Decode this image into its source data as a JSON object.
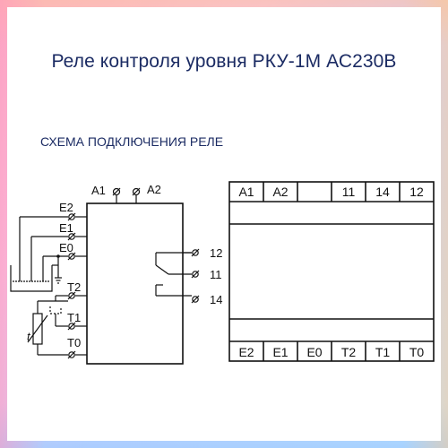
{
  "header": {
    "title": "Реле контроля уровня РКУ-1М АС230В",
    "subtitle": "СХЕМА ПОДКЛЮЧЕНИЯ РЕЛЕ"
  },
  "schematic": {
    "supply_labels": [
      "A1",
      "A2"
    ],
    "input_labels": [
      "E2",
      "E1",
      "E0",
      "T2",
      "T1",
      "T0"
    ],
    "output_labels": [
      "12",
      "11",
      "14"
    ],
    "thermistor_symbol": "t"
  },
  "terminal_block": {
    "top_row": [
      "A1",
      "A2",
      "",
      "11",
      "14",
      "12"
    ],
    "bottom_row": [
      "E2",
      "E1",
      "E0",
      "T2",
      "T1",
      "T0"
    ]
  },
  "colors": {
    "title": "#1b2b63",
    "lines": "#111111"
  }
}
